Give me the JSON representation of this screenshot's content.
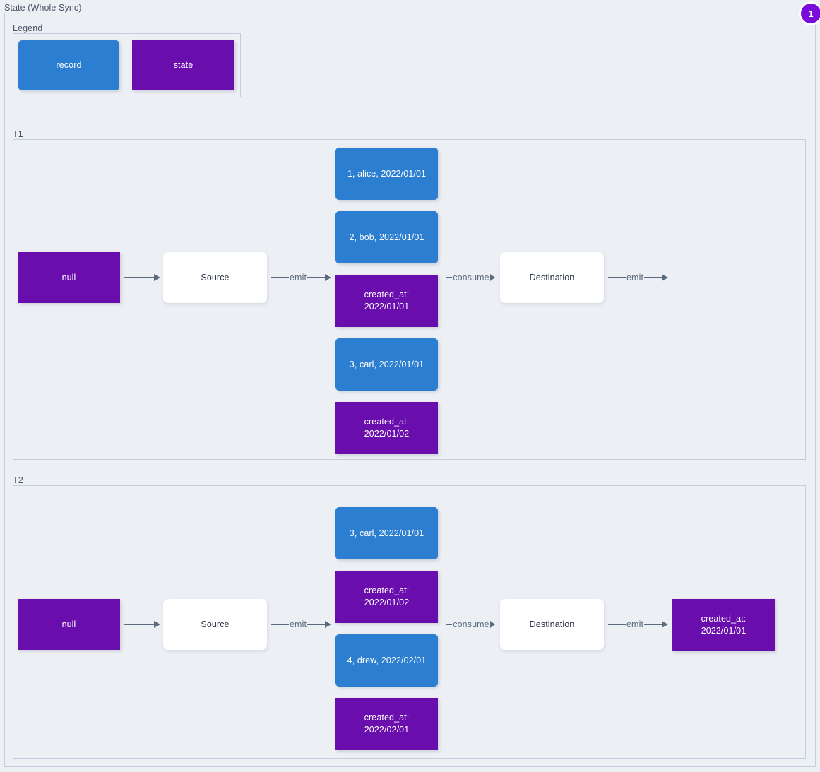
{
  "page": {
    "title": "State (Whole Sync)",
    "badge": "1",
    "colors": {
      "record": "#2c7fd0",
      "state": "#6a0dad",
      "process": "#ffffff",
      "background": "#eceff4",
      "border": "#c3cddb",
      "arrow": "#5c6b7e",
      "badge": "#7b0ddb"
    }
  },
  "legend": {
    "title": "Legend",
    "items": [
      {
        "label": "record",
        "kind": "record"
      },
      {
        "label": "state",
        "kind": "state"
      }
    ]
  },
  "groups": [
    {
      "title": "T1",
      "state_in": "null",
      "source": "Source",
      "destination": "Destination",
      "emit_label_1": "emit",
      "consume_label": "consume",
      "emit_label_2": "emit",
      "state_out": "",
      "stream": [
        {
          "kind": "record",
          "text": "1, alice, 2022/01/01"
        },
        {
          "kind": "record",
          "text": "2, bob, 2022/01/01"
        },
        {
          "kind": "state",
          "line1": "created_at:",
          "line2": "2022/01/01"
        },
        {
          "kind": "record",
          "text": "3, carl, 2022/01/01"
        },
        {
          "kind": "state",
          "line1": "created_at:",
          "line2": "2022/01/02"
        }
      ]
    },
    {
      "title": "T2",
      "state_in": "null",
      "source": "Source",
      "destination": "Destination",
      "emit_label_1": "emit",
      "consume_label": "consume",
      "emit_label_2": "emit",
      "state_out_line1": "created_at:",
      "state_out_line2": "2022/01/01",
      "stream": [
        {
          "kind": "record",
          "text": "3, carl, 2022/01/01"
        },
        {
          "kind": "state",
          "line1": "created_at:",
          "line2": "2022/01/02"
        },
        {
          "kind": "record",
          "text": "4, drew, 2022/02/01"
        },
        {
          "kind": "state",
          "line1": "created_at:",
          "line2": "2022/02/01"
        }
      ]
    }
  ]
}
